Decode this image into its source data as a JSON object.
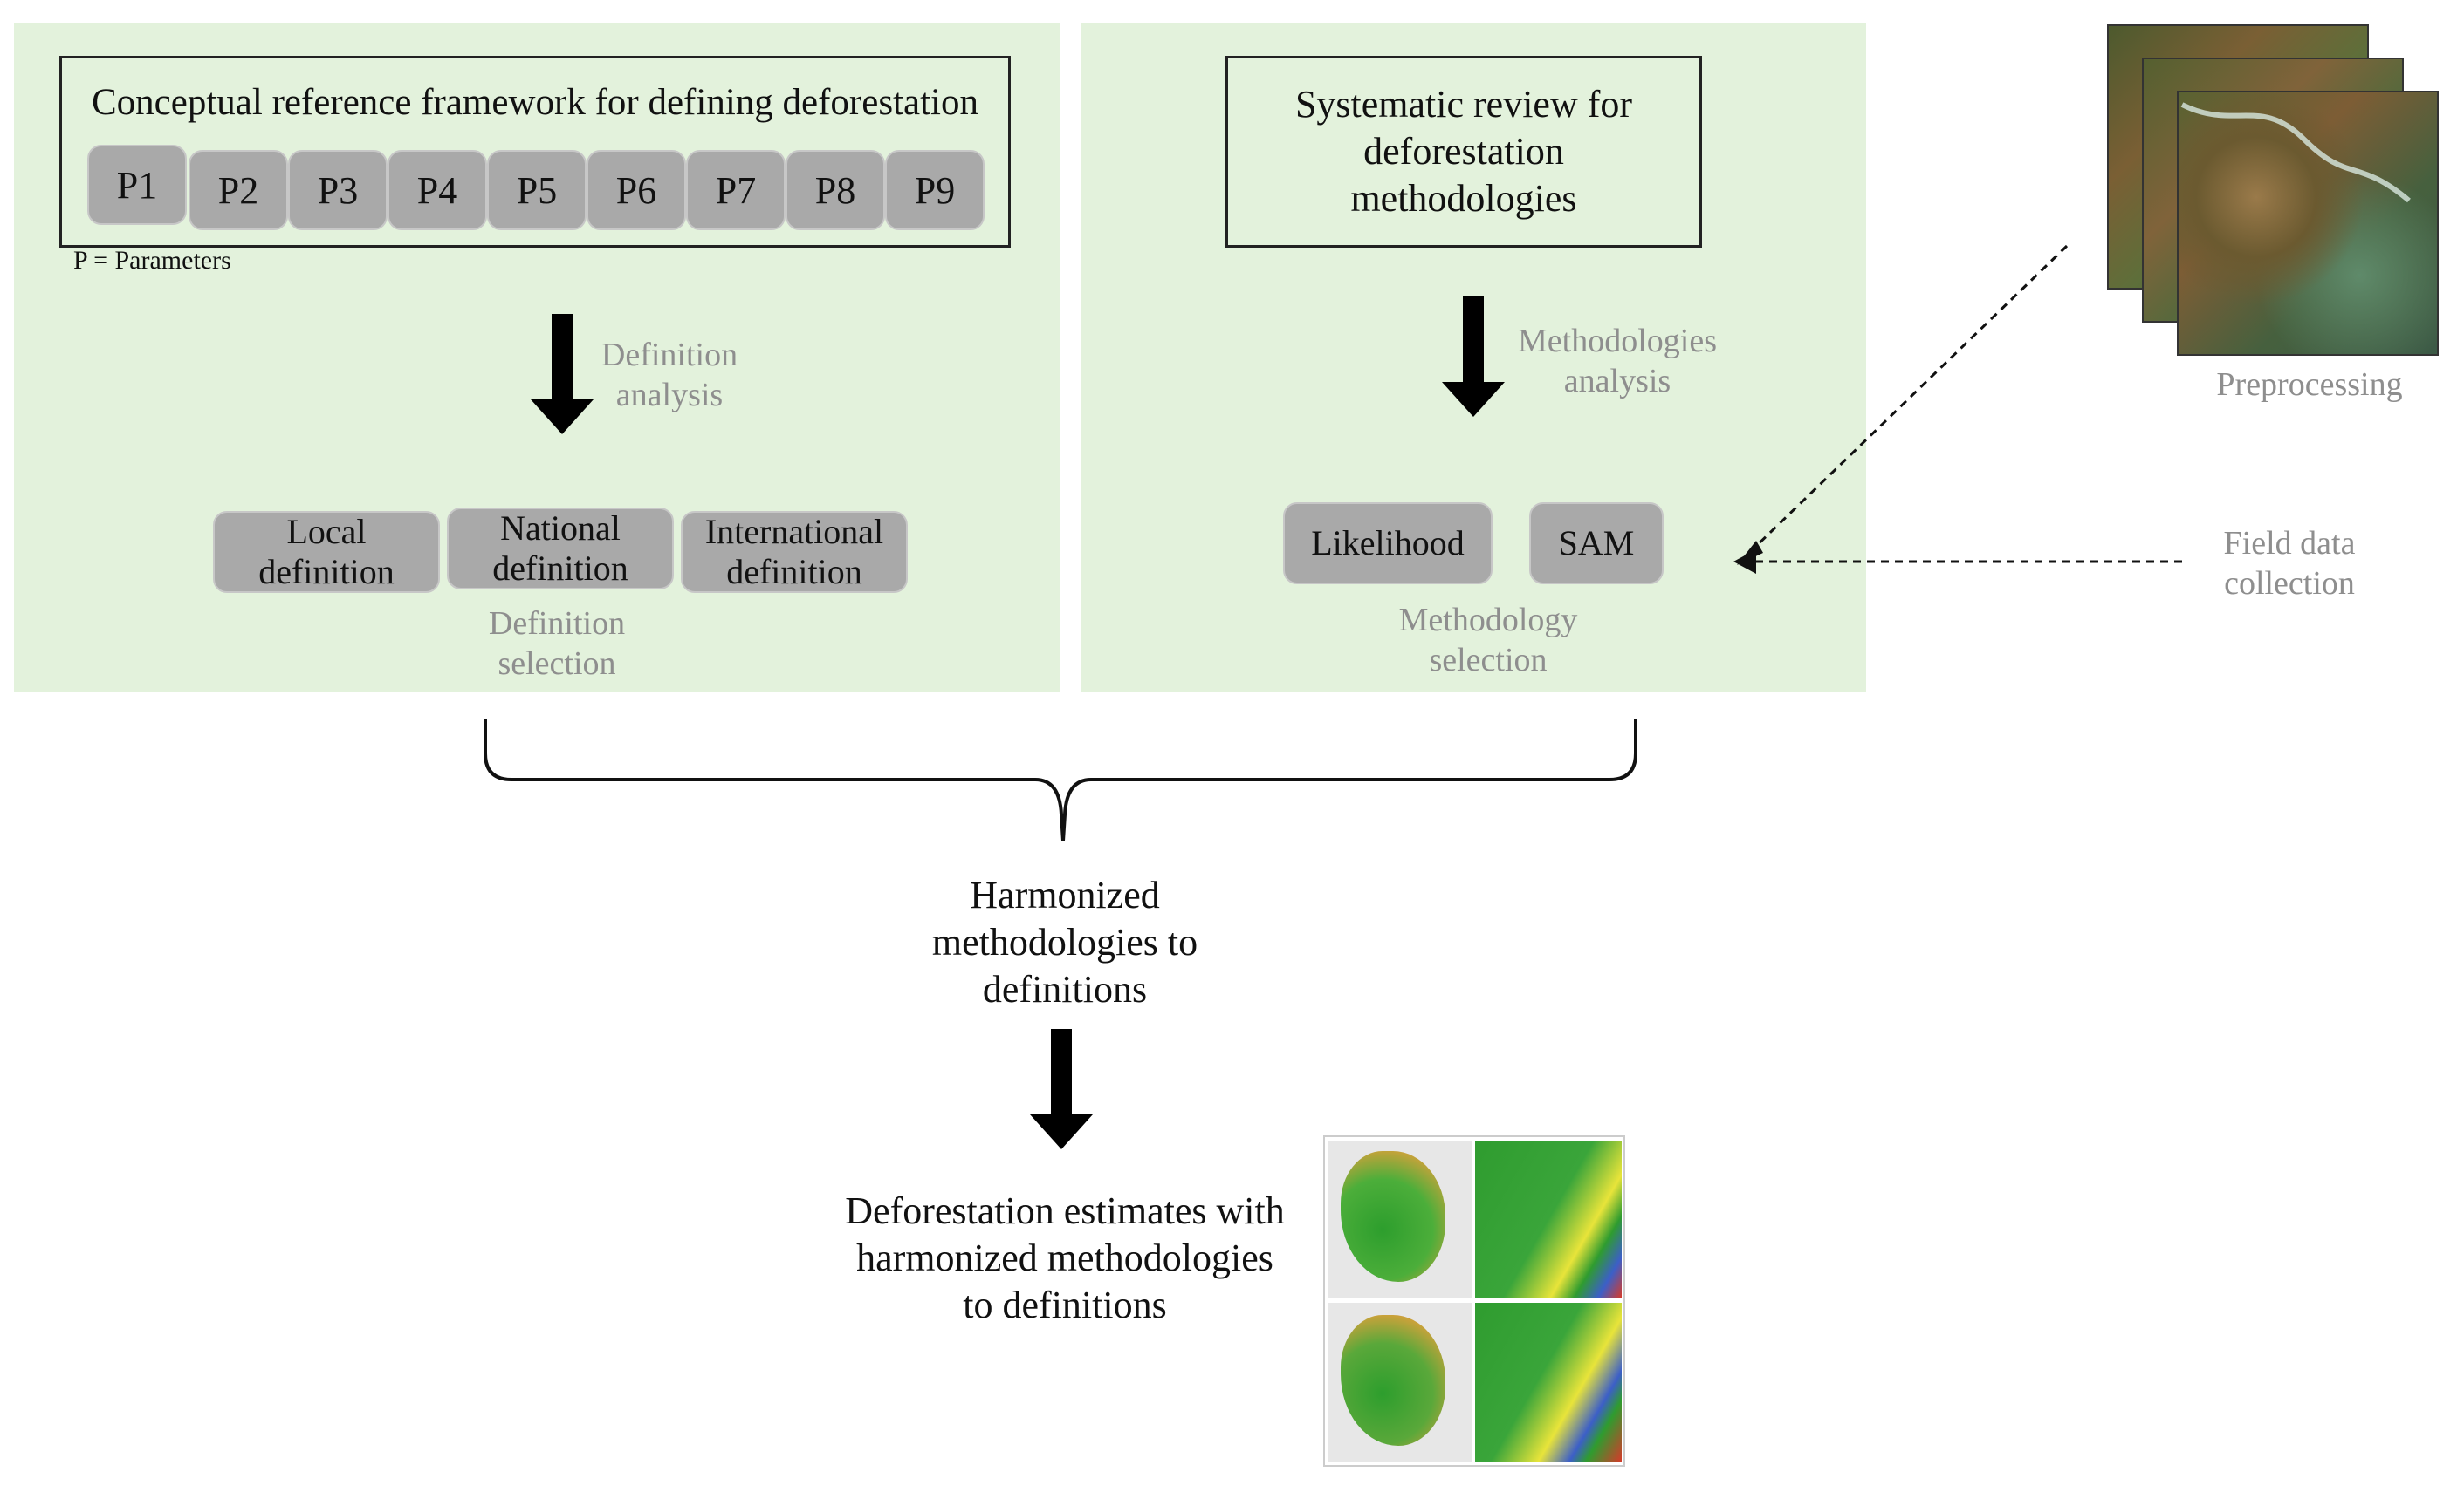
{
  "left_panel": {
    "framework_title": "Conceptual reference framework for defining deforestation",
    "parameters": [
      "P1",
      "P2",
      "P3",
      "P4",
      "P5",
      "P6",
      "P7",
      "P8",
      "P9"
    ],
    "parameters_note": "P = Parameters",
    "arrow_label": "Definition\nanalysis",
    "definitions": [
      "Local\ndefinition",
      "National\ndefinition",
      "International\ndefinition"
    ],
    "selection_label": "Definition\nselection"
  },
  "right_panel": {
    "review_title": "Systematic review for\ndeforestation\nmethodologies",
    "arrow_label": "Methodologies\nanalysis",
    "methods": [
      "Likelihood",
      "SAM"
    ],
    "selection_label": "Methodology\nselection"
  },
  "side": {
    "preprocessing_label": "Preprocessing",
    "field_label": "Field data\ncollection"
  },
  "bottom": {
    "harmonized_label": "Harmonized\nmethodologies to\ndefinitions",
    "estimates_label": "Deforestation estimates with\nharmonized methodologies\nto definitions"
  },
  "colors": {
    "panel_bg": "#e3f2dc",
    "button_bg": "#a9a9a9",
    "muted_text": "#8e8e8e"
  }
}
